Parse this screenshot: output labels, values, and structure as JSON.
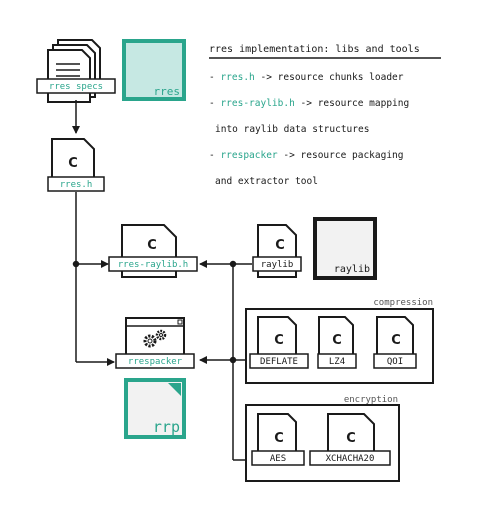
{
  "colors": {
    "accent": "#2aa58c",
    "accent_fill": "#c6e8e3",
    "ink": "#1a1a1a",
    "dark_fill": "#f2f2f2"
  },
  "nodes": {
    "rres_specs": "rres specs",
    "rres_logo": "rres",
    "rres_h": "rres.h",
    "rres_raylib_h": "rres-raylib.h",
    "raylib_h": "raylib",
    "raylib_logo": "raylib",
    "rrespacker": "rrespacker",
    "rrp_logo": "rrp",
    "deflate": "DEFLATE",
    "lz4": "LZ4",
    "qoi": "QOI",
    "aes": "AES",
    "xchacha": "XCHACHA20"
  },
  "file_glyph": "C",
  "groups": {
    "compression": "compression",
    "encryption": "encryption"
  },
  "legend": {
    "title": "rres implementation: libs and tools",
    "items": [
      {
        "bullet": "- ",
        "name": "rres.h",
        "text": " -> resource chunks loader",
        "cont": ""
      },
      {
        "bullet": "- ",
        "name": "rres-raylib.h",
        "text": " -> resource mapping",
        "cont": "into raylib data structures"
      },
      {
        "bullet": "- ",
        "name": "rrespacker",
        "text": " -> resource packaging",
        "cont": "and extractor tool"
      }
    ]
  },
  "icons": {
    "file": "c-file-icon",
    "doc": "document-stack-icon",
    "app": "app-window-icon",
    "gear": "gear-icon"
  }
}
